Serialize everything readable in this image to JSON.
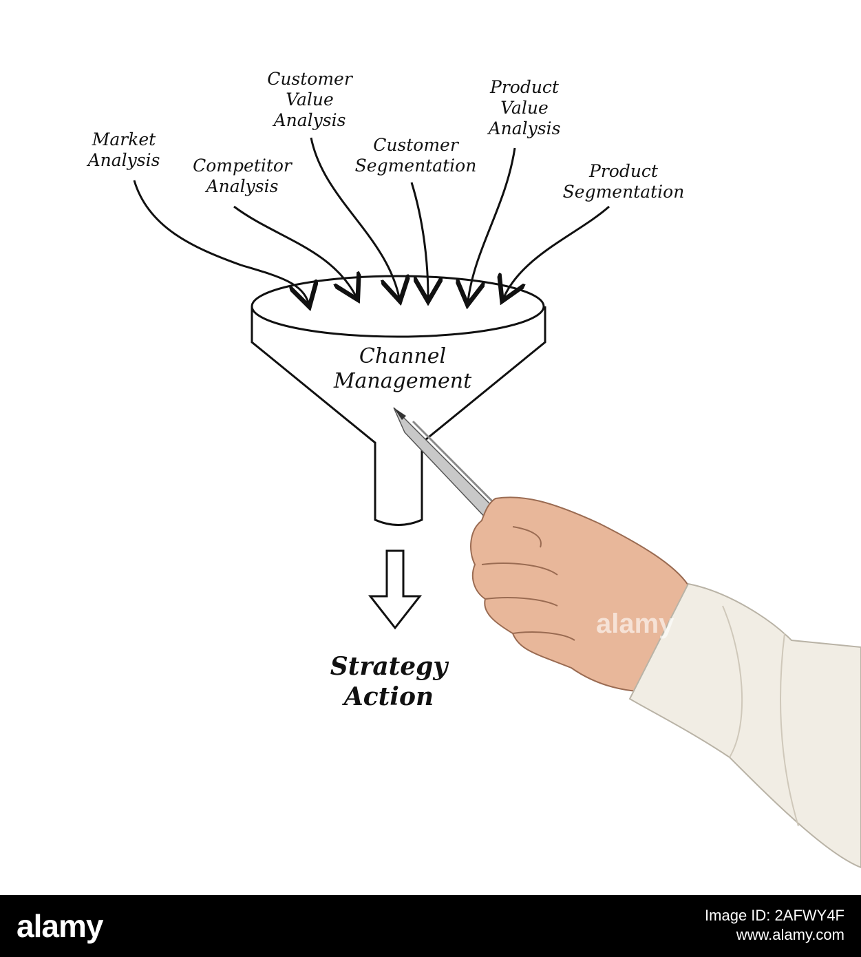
{
  "diagram": {
    "inputs": [
      {
        "id": "market",
        "text": "Market\nAnalysis"
      },
      {
        "id": "competitor",
        "text": "Competitor\nAnalysis"
      },
      {
        "id": "customer_value",
        "text": "Customer\nValue\nAnalysis"
      },
      {
        "id": "customer_segmentation",
        "text": "Customer\nSegmentation"
      },
      {
        "id": "product_value",
        "text": "Product\nValue\nAnalysis"
      },
      {
        "id": "product_segmentation",
        "text": "Product\nSegmentation"
      }
    ],
    "center_label": "Channel\nManagement",
    "outcome_label": "Strategy\nAction"
  },
  "footer": {
    "logo": "alamy",
    "image_id": "Image ID: 2AFWY4F",
    "site": "www.alamy.com"
  },
  "watermark": "alamy",
  "colors": {
    "ink": "#111111",
    "background": "#ffffff",
    "footer": "#000000",
    "skin": "#e8b79a",
    "sleeve": "#f1ede4"
  },
  "icons": [
    "pen-icon",
    "hand-icon",
    "down-arrow-icon",
    "funnel-icon"
  ]
}
